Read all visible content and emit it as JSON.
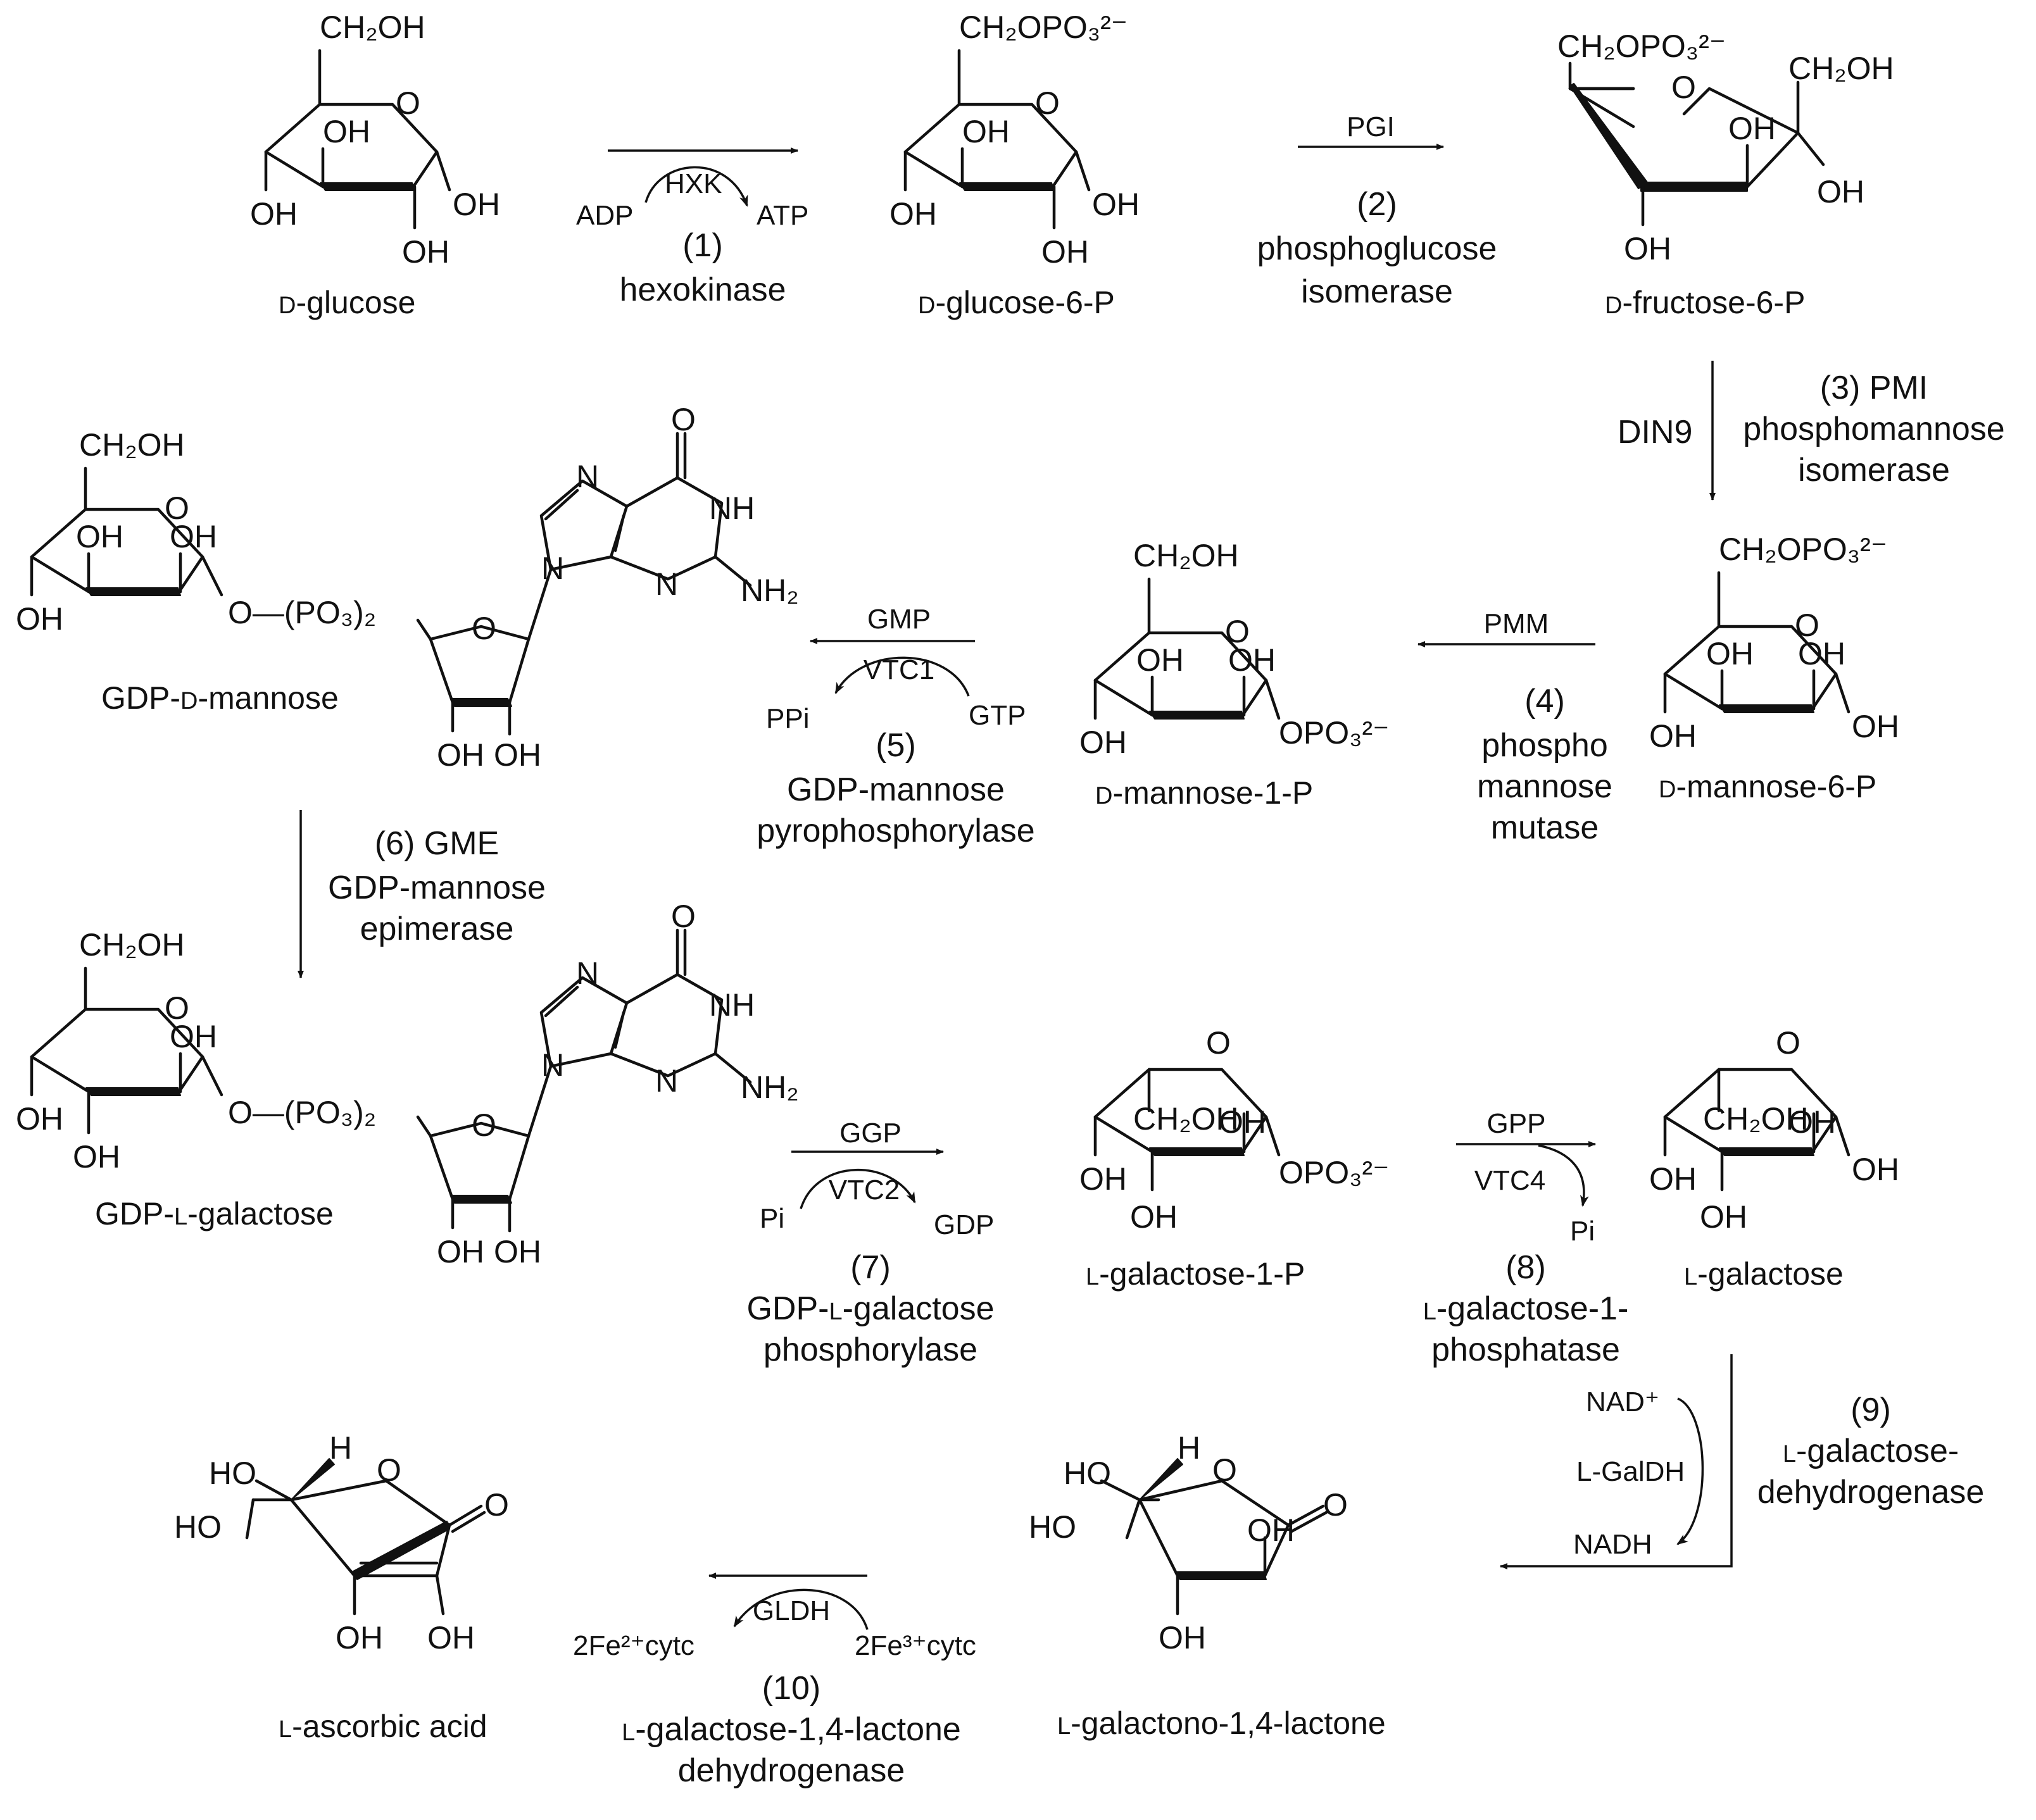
{
  "atoms": {
    "ch2oh": "CH₂OH",
    "ch2opo3": "CH₂OPO₃²⁻",
    "oh": "OH",
    "o": "O",
    "h": "H",
    "ho": "HO",
    "n": "N",
    "nh": "NH",
    "nh2": "NH₂",
    "opo3": "OPO₃²⁻",
    "ppo3": "O—(PO₃)₂",
    "ch2oh_in": "CH₂OH"
  },
  "compounds": [
    {
      "id": "d-glucose",
      "prefix": "D",
      "name": "-glucose"
    },
    {
      "id": "d-glucose-6-p",
      "prefix": "D",
      "name": "-glucose-6-P"
    },
    {
      "id": "d-fructose-6-p",
      "prefix": "D",
      "name": "-fructose-6-P"
    },
    {
      "id": "d-mannose-6-p",
      "prefix": "D",
      "name": "-mannose-6-P"
    },
    {
      "id": "d-mannose-1-p",
      "prefix": "D",
      "name": "-mannose-1-P"
    },
    {
      "id": "gdp-d-mannose",
      "before": "GDP-",
      "prefix": "D",
      "name": "-mannose"
    },
    {
      "id": "gdp-l-galactose",
      "before": "GDP-",
      "prefix": "L",
      "name": "-galactose"
    },
    {
      "id": "l-galactose-1-p",
      "prefix": "L",
      "name": "-galactose-1-P"
    },
    {
      "id": "l-galactose",
      "prefix": "L",
      "name": "-galactose"
    },
    {
      "id": "l-galactono-1-4-lactone",
      "prefix": "L",
      "name": "-galactono-1,4-lactone"
    },
    {
      "id": "l-ascorbic-acid",
      "prefix": "L",
      "name": "-ascorbic acid"
    }
  ],
  "steps": [
    {
      "num": "(1)",
      "gene": "HXK",
      "enzyme": [
        "hexokinase"
      ],
      "cofactor_in": "ADP",
      "cofactor_out": "ATP"
    },
    {
      "num": "(2)",
      "gene": "PGI",
      "enzyme": [
        "phosphoglucose",
        "isomerase"
      ]
    },
    {
      "num": "(3) PMI",
      "gene": "DIN9",
      "enzyme": [
        "phosphomannose",
        "isomerase"
      ]
    },
    {
      "num": "(4)",
      "gene": "PMM",
      "enzyme": [
        "phospho",
        "mannose",
        "mutase"
      ]
    },
    {
      "num": "(5)",
      "gene": "GMP",
      "gene2": "VTC1",
      "enzyme": [
        "GDP-mannose",
        "pyrophosphorylase"
      ],
      "cofactor_in": "GTP",
      "cofactor_out": "PPi"
    },
    {
      "num": "(6) GME",
      "enzyme": [
        "GDP-mannose",
        "epimerase"
      ]
    },
    {
      "num": "(7)",
      "gene": "GGP",
      "gene2": "VTC2",
      "enzyme_pre": "GDP-",
      "enzyme_prefix": "L",
      "enzyme_rest": "-galactose",
      "enzyme": [
        "phosphorylase"
      ],
      "cofactor_in": "Pi",
      "cofactor_out": "GDP"
    },
    {
      "num": "(8)",
      "gene": "GPP",
      "gene2": "VTC4",
      "enzyme_prefix": "L",
      "enzyme_rest": "-galactose-1-",
      "enzyme": [
        "phosphatase"
      ],
      "cofactor_out": "Pi"
    },
    {
      "num": "(9)",
      "gene": "L-GalDH",
      "enzyme_prefix": "L",
      "enzyme_rest": "-galactose-",
      "enzyme": [
        "dehydrogenase"
      ],
      "cofactor_in": "NAD⁺",
      "cofactor_out": "NADH"
    },
    {
      "num": "(10)",
      "gene": "GLDH",
      "enzyme_prefix": "L",
      "enzyme_rest": "-galactose-1,4-lactone",
      "enzyme": [
        "dehydrogenase"
      ],
      "cofactor_in": "2Fe³⁺cytc",
      "cofactor_out": "2Fe²⁺cytc"
    }
  ]
}
